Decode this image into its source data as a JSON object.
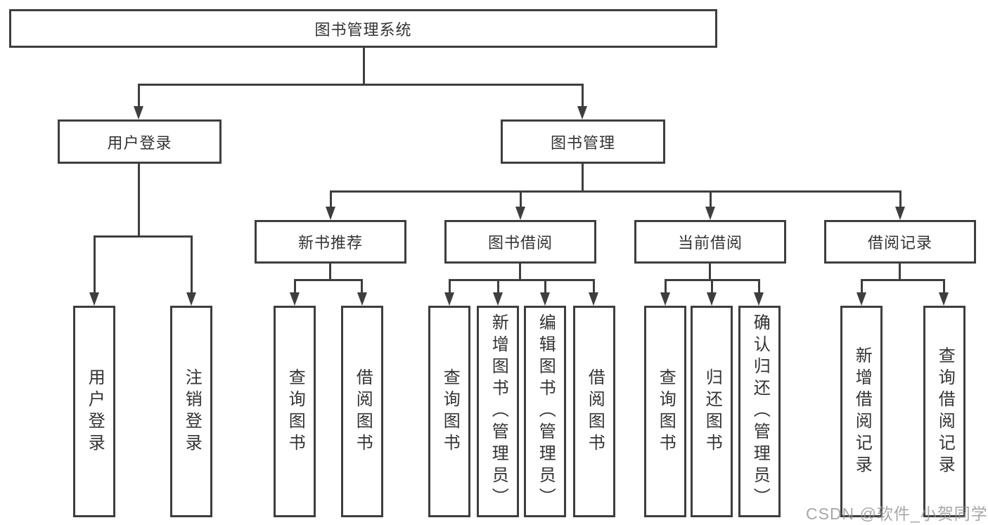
{
  "diagram": {
    "root": {
      "label": "图书管理系统"
    },
    "level1": [
      {
        "label": "用户登录",
        "children": [
          {
            "label": "用户登录"
          },
          {
            "label": "注销登录"
          }
        ]
      },
      {
        "label": "图书管理",
        "children": [
          {
            "label": "新书推荐",
            "children": [
              {
                "label": "查询图书"
              },
              {
                "label": "借阅图书"
              }
            ]
          },
          {
            "label": "图书借阅",
            "children": [
              {
                "label": "查询图书"
              },
              {
                "label": "新增图书（管理员）"
              },
              {
                "label": "编辑图书（管理员）"
              },
              {
                "label": "借阅图书"
              }
            ]
          },
          {
            "label": "当前借阅",
            "children": [
              {
                "label": "查询图书"
              },
              {
                "label": "归还图书"
              },
              {
                "label": "确认归还（管理员）"
              }
            ]
          },
          {
            "label": "借阅记录",
            "children": [
              {
                "label": "新增借阅记录"
              },
              {
                "label": "查询借阅记录"
              }
            ]
          }
        ]
      }
    ]
  },
  "watermark": {
    "text": "CSDN @软件_小贺同学"
  },
  "colors": {
    "line": "#3e3e3e",
    "text": "#333333",
    "background": "#ffffff",
    "watermark": "#919191"
  }
}
